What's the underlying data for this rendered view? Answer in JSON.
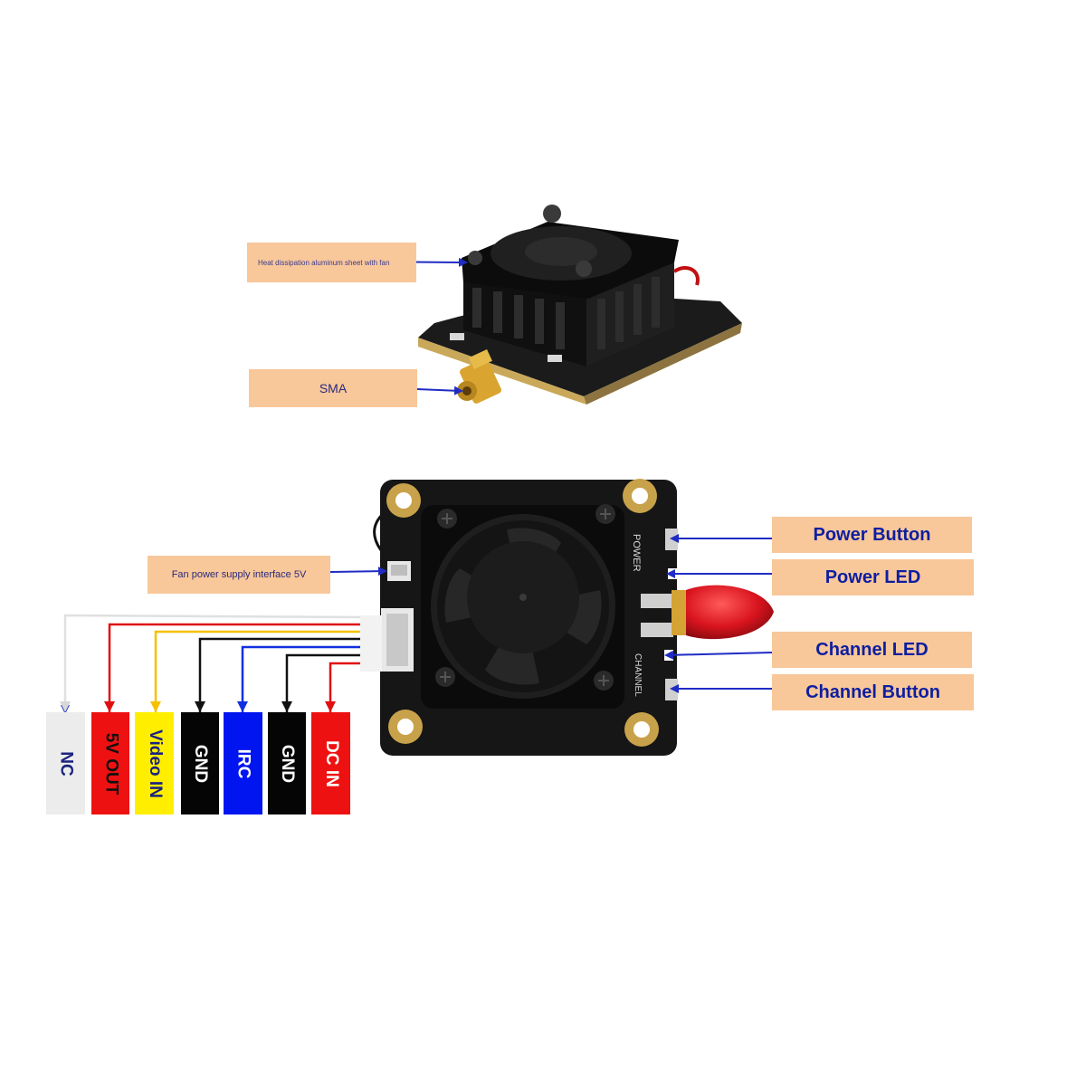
{
  "labels": {
    "heat_sink": "Heat dissipation aluminum sheet with fan",
    "sma": "SMA",
    "fan_power": "Fan power supply interface 5V",
    "power_button": "Power Button",
    "power_led": "Power LED",
    "channel_led": "Channel LED",
    "channel_button": "Channel Button"
  },
  "silkscreen": {
    "power": "POWER",
    "channel": "CHANNEL"
  },
  "pins": [
    {
      "label": "NC",
      "bg": "#ececec",
      "fg": "#1a237e",
      "wire": "#e0e0e0"
    },
    {
      "label": "5V OUT",
      "bg": "#ee1111",
      "fg": "#111111",
      "wire": "#e01010"
    },
    {
      "label": "Video IN",
      "bg": "#ffee00",
      "fg": "#1a237e",
      "wire": "#f5c000"
    },
    {
      "label": "GND",
      "bg": "#050505",
      "fg": "#ffffff",
      "wire": "#111111"
    },
    {
      "label": "IRC",
      "bg": "#0015f0",
      "fg": "#ffffff",
      "wire": "#1030e0"
    },
    {
      "label": "GND",
      "bg": "#050505",
      "fg": "#ffffff",
      "wire": "#111111"
    },
    {
      "label": "DC IN",
      "bg": "#ee1111",
      "fg": "#ffffff",
      "wire": "#e01010"
    }
  ],
  "colors": {
    "callout_bg": "#f8c79a",
    "arrow": "#1f2cc4",
    "pcb": "#1a1a1a",
    "gold": "#c8a24a",
    "antenna_cap": "#d9141e"
  }
}
